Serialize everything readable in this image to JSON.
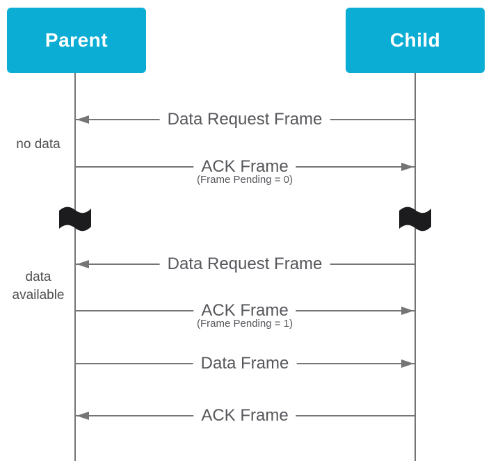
{
  "diagram": {
    "type": "sequence-diagram",
    "actors": [
      {
        "label": "Parent"
      },
      {
        "label": "Child"
      }
    ],
    "messages": [
      {
        "label": "Data Request Frame",
        "sublabel": "",
        "direction": "left",
        "from": "Child",
        "to": "Parent"
      },
      {
        "label": "ACK Frame",
        "sublabel": "(Frame Pending = 0)",
        "direction": "right",
        "from": "Parent",
        "to": "Child"
      },
      {
        "label": "Data Request Frame",
        "sublabel": "",
        "direction": "left",
        "from": "Child",
        "to": "Parent"
      },
      {
        "label": "ACK Frame",
        "sublabel": "(Frame Pending = 1)",
        "direction": "right",
        "from": "Parent",
        "to": "Child"
      },
      {
        "label": "Data Frame",
        "sublabel": "",
        "direction": "right",
        "from": "Parent",
        "to": "Child"
      },
      {
        "label": "ACK Frame",
        "sublabel": "",
        "direction": "left",
        "from": "Child",
        "to": "Parent"
      }
    ],
    "side_notes": [
      {
        "text": "no data"
      },
      {
        "text": "data available"
      }
    ],
    "time_break_icons": [
      {
        "icon": "wavy-flag-icon",
        "on": "Parent"
      },
      {
        "icon": "wavy-flag-icon",
        "on": "Child"
      }
    ],
    "colors": {
      "actor_fill": "#0cadd4",
      "line": "#757575",
      "text": "#56575b",
      "flag": "#1c1c1e"
    }
  }
}
